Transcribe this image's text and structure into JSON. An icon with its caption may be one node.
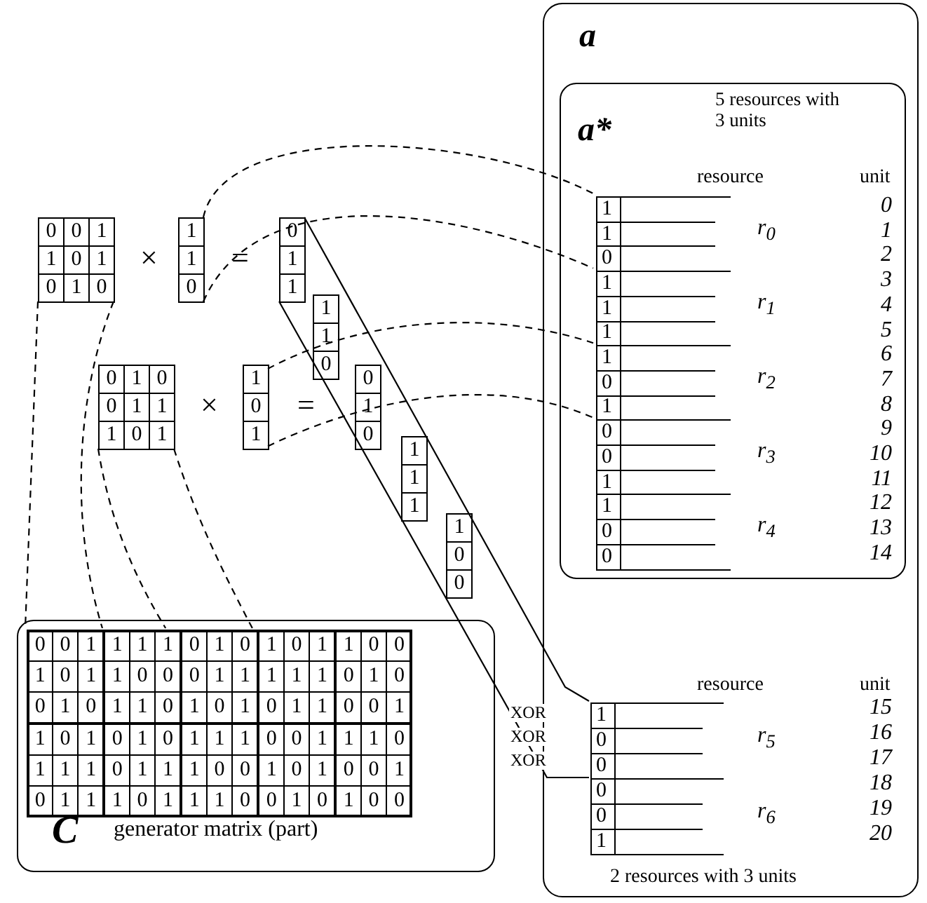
{
  "diagram": {
    "nodes": [
      {
        "text": [
          "a",
          "2 resources with 3 units"
        ]
      },
      {
        "text": [
          "a*",
          "5 resources with 3 units"
        ],
        "in": 0
      },
      {
        "text": [
          "1",
          "1",
          "0",
          "1",
          "1",
          "1",
          "1",
          "0",
          "1",
          "0",
          "0",
          "1",
          "1",
          "0",
          "0"
        ],
        "in": 1
      },
      {
        "text": [
          "1",
          "0",
          "0",
          "0",
          "0",
          "1"
        ],
        "in": 0
      },
      {
        "text": [
          "C",
          "generator matrix (part)"
        ]
      },
      {
        "text": [
          "0",
          "0",
          "1",
          "1",
          "1",
          "1",
          "0",
          "1",
          "0",
          "1",
          "0",
          "1",
          "1",
          "0",
          "0",
          "1",
          "0",
          "1",
          "1",
          "0",
          "0",
          "0",
          "1",
          "1",
          "1",
          "1",
          "1",
          "0",
          "1",
          "0",
          "0",
          "1",
          "0",
          "1",
          "1",
          "0",
          "1",
          "0",
          "1",
          "0",
          "1",
          "1",
          "0",
          "0",
          "1",
          "1",
          "0",
          "1",
          "0",
          "1",
          "0",
          "1",
          "1",
          "1",
          "0",
          "0",
          "1",
          "1",
          "1",
          "0",
          "1",
          "1",
          "1",
          "0",
          "1",
          "1",
          "1",
          "0",
          "0",
          "1",
          "0",
          "1",
          "0",
          "0",
          "1",
          "0",
          "1",
          "1",
          "1",
          "0",
          "1",
          "1",
          "1",
          "0",
          "0",
          "1",
          "0",
          "1",
          "0",
          "0"
        ],
        "in": 4
      },
      {
        "text": [
          "0",
          "0",
          "1",
          "1",
          "0",
          "1",
          "0",
          "1",
          "0"
        ]
      },
      {
        "text": [
          "1",
          "1",
          "0"
        ]
      },
      {
        "text": [
          "0",
          "1",
          "1"
        ]
      },
      {
        "text": [
          "1",
          "1",
          "0"
        ]
      },
      {
        "text": [
          "0",
          "1",
          "0",
          "0",
          "1",
          "1",
          "1",
          "0",
          "1"
        ]
      },
      {
        "text": [
          "1",
          "0",
          "1"
        ]
      },
      {
        "text": [
          "0",
          "1",
          "0"
        ]
      },
      {
        "text": [
          "1",
          "1",
          "1"
        ]
      },
      {
        "text": [
          "1",
          "0",
          "0"
        ]
      }
    ],
    "edges": [
      {
        "from": 6,
        "to": 5,
        "arrow": "none",
        "style": "dashed"
      },
      {
        "from": 6,
        "to": 5,
        "arrow": "none",
        "style": "dashed"
      },
      {
        "from": 10,
        "to": 5,
        "arrow": "none",
        "style": "dashed"
      },
      {
        "from": 10,
        "to": 5,
        "arrow": "none",
        "style": "dashed"
      },
      {
        "from": 7,
        "to": 2,
        "arrow": "none",
        "style": "dashed"
      },
      {
        "from": 7,
        "to": 2,
        "arrow": "none",
        "style": "dashed"
      },
      {
        "from": 11,
        "to": 2,
        "arrow": "none",
        "style": "dashed"
      },
      {
        "from": 11,
        "to": 2,
        "arrow": "none",
        "style": "dashed"
      },
      {
        "from": 8,
        "to": 3,
        "arrow": "none"
      },
      {
        "from": 8,
        "to": 3,
        "arrow": "none"
      }
    ],
    "labels": [
      "×",
      "=",
      "×",
      "=",
      "resource",
      "unit",
      "0",
      "1",
      "2",
      "3",
      "4",
      "5",
      "6",
      "7",
      "8",
      "9",
      "10",
      "11",
      "12",
      "13",
      "14",
      "r$_{0}$",
      "r$_{1}$",
      "r$_{2}$",
      "r$_{3}$",
      "r$_{4}$",
      "XOR",
      "XOR",
      "XOR",
      "resource",
      "unit",
      "15",
      "16",
      "17",
      "18",
      "19",
      "20",
      "r$_{5}$",
      "r$_{6}$"
    ]
  }
}
